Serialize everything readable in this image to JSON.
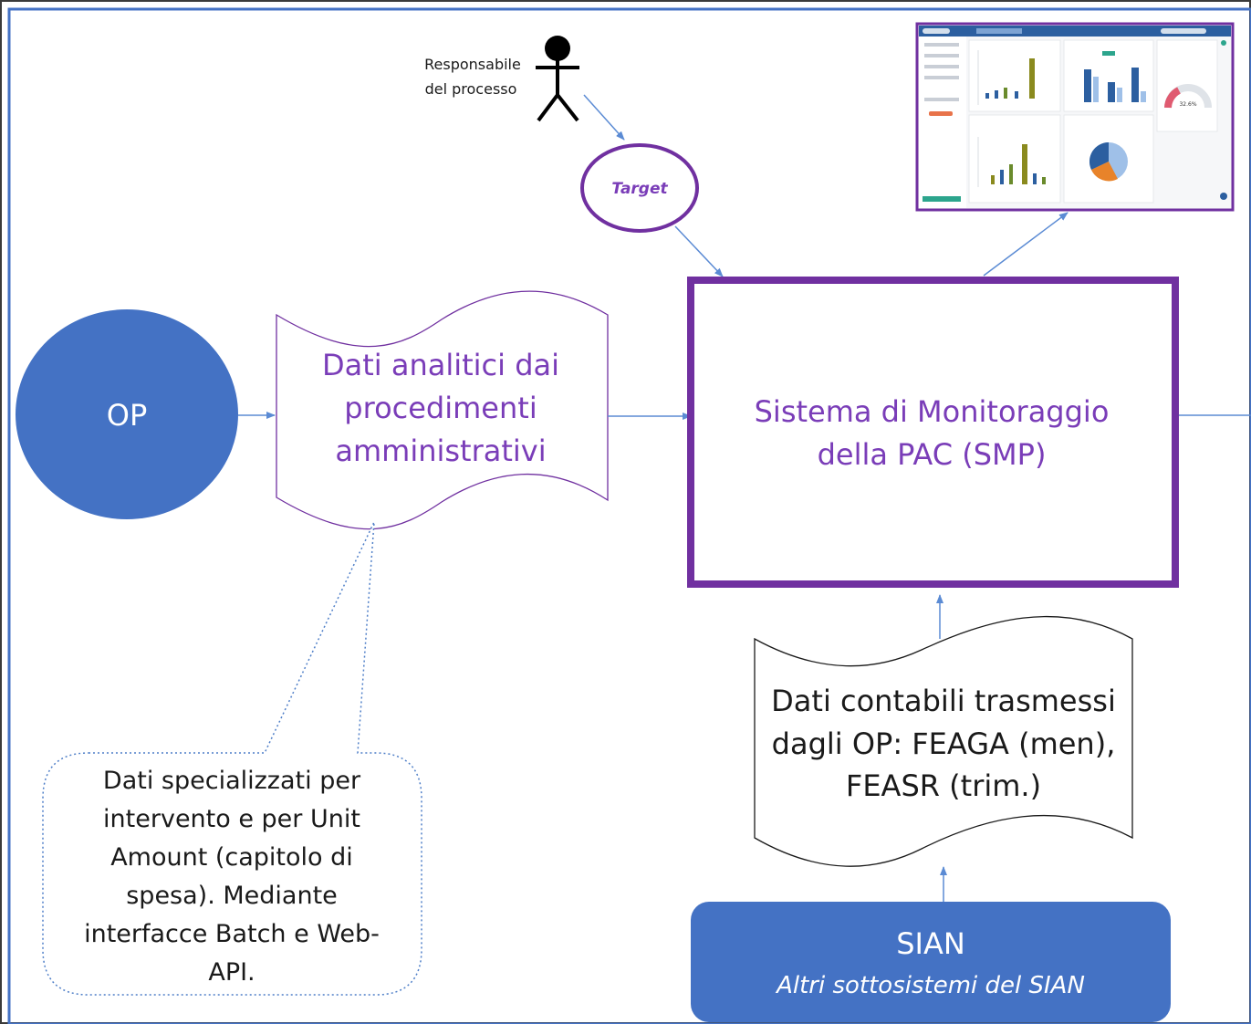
{
  "colors": {
    "frame_outer": "#3a3a3a",
    "frame_blue": "#4472c4",
    "purple": "#7030a0",
    "purple_text": "#7a3db8",
    "blue_fill": "#4472c4",
    "connector": "#5b8bd4",
    "callout_border": "#4f7fc8",
    "text_dark": "#1a1a1a",
    "white": "#ffffff"
  },
  "actor": {
    "label_line1": "Responsabile",
    "label_line2": "del processo"
  },
  "target": {
    "label": "Target"
  },
  "op": {
    "label": "OP"
  },
  "dati_analitici": {
    "line1": "Dati analitici dai",
    "line2": "procedimenti",
    "line3": "amministrativi"
  },
  "smp": {
    "line1": "Sistema di Monitoraggio",
    "line2": "della PAC (SMP)"
  },
  "dati_contabili": {
    "line1": "Dati contabili trasmessi",
    "line2": "dagli OP: FEAGA (men),",
    "line3": "FEASR (trim.)"
  },
  "callout": {
    "line1": "Dati specializzati per",
    "line2": "intervento e per Unit",
    "line3": "Amount (capitolo di",
    "line4": "spesa). Mediante",
    "line5": "interfacce Batch e Web-",
    "line6": "API."
  },
  "sian": {
    "title": "SIAN",
    "subtitle": "Altri sottosistemi del SIAN"
  },
  "dashboard_thumbnail": {
    "gauge_value": "32.6%"
  }
}
